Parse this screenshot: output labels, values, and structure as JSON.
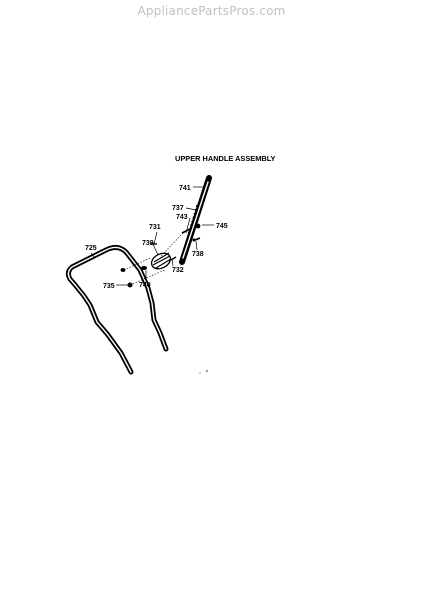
{
  "watermark": "AppliancePartsPros.com",
  "title": "UPPER HANDLE ASSEMBLY",
  "parts": [
    {
      "id": "741",
      "label": "741"
    },
    {
      "id": "737",
      "label": "737"
    },
    {
      "id": "743",
      "label": "743"
    },
    {
      "id": "745",
      "label": "745"
    },
    {
      "id": "731",
      "label": "731"
    },
    {
      "id": "739",
      "label": "739"
    },
    {
      "id": "738",
      "label": "738"
    },
    {
      "id": "725",
      "label": "725"
    },
    {
      "id": "732",
      "label": "732"
    },
    {
      "id": "735",
      "label": "735"
    },
    {
      "id": "740",
      "label": "740"
    }
  ]
}
